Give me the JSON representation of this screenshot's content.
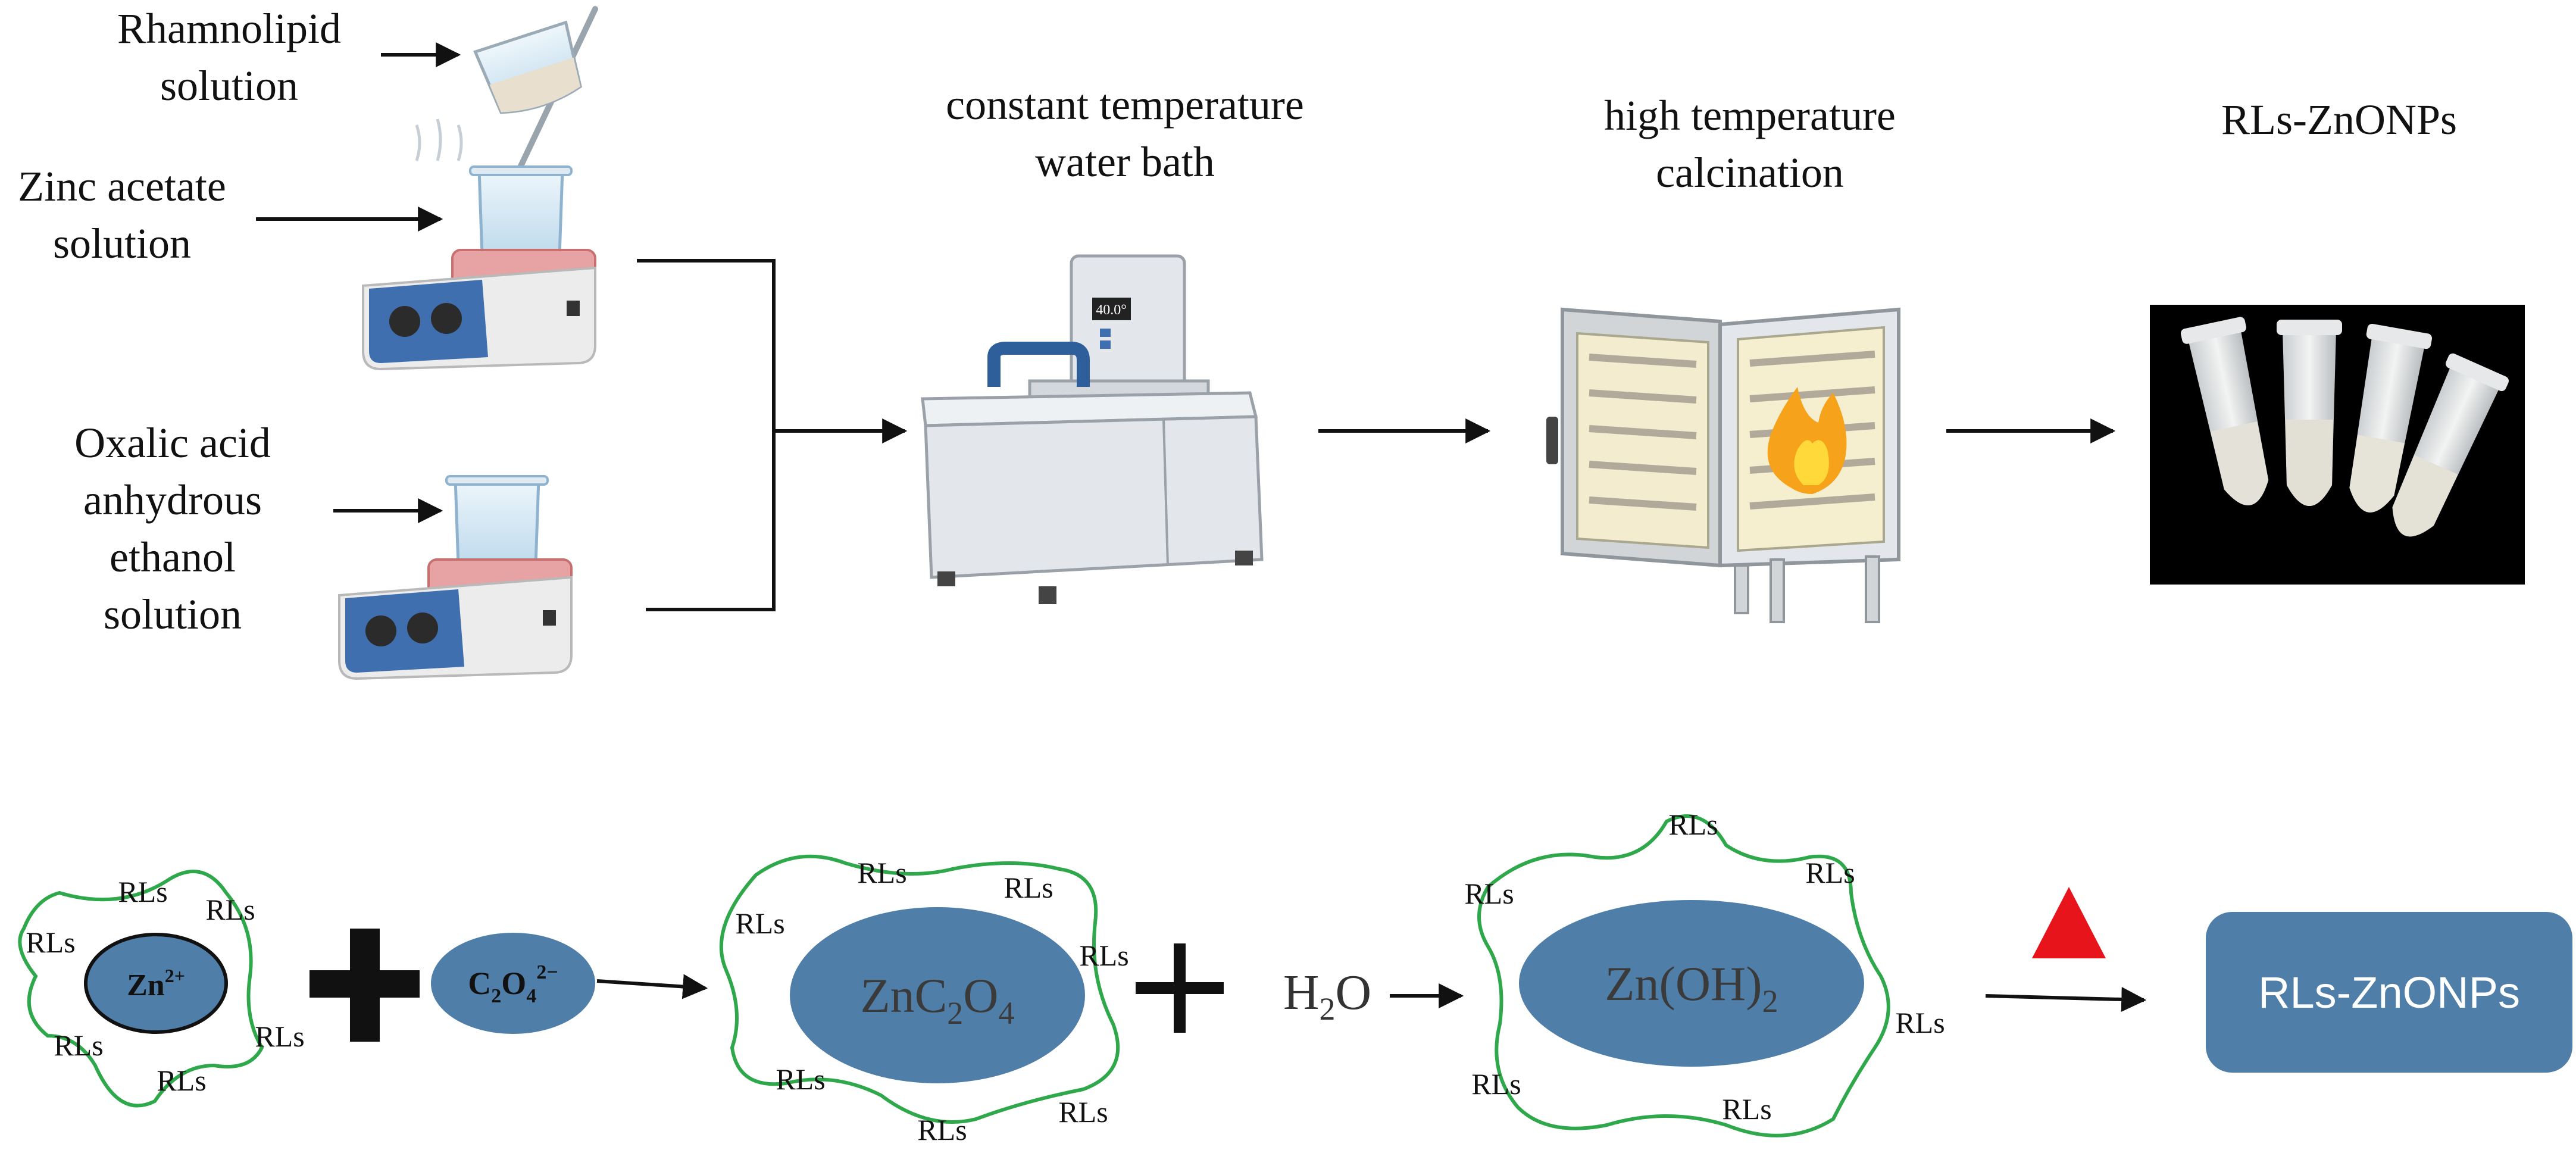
{
  "labels": {
    "rhamnolipid": [
      "Rhamnolipid",
      "solution"
    ],
    "zinc_acetate": [
      "Zinc acetate",
      "solution"
    ],
    "oxalic": [
      "Oxalic acid",
      "anhydrous",
      "ethanol",
      "solution"
    ],
    "water_bath": [
      "constant temperature",
      "water bath"
    ],
    "calcination": [
      "high temperature",
      "calcination"
    ],
    "product": [
      "RLs-ZnONPs"
    ]
  },
  "display": {
    "bath_readout": "40.0°"
  },
  "reaction": {
    "rls": "RLs",
    "zn_ion": {
      "base": "Zn",
      "sup": "2+"
    },
    "oxalate": {
      "c": "C",
      "c_sub": "2",
      "o": "O",
      "o_sub": "4",
      "sup": "2−"
    },
    "zinc_oxalate": {
      "a": "ZnC",
      "a_sub": "2",
      "b": "O",
      "b_sub": "4"
    },
    "water": {
      "a": "H",
      "a_sub": "2",
      "b": "O"
    },
    "zinc_hydroxide": {
      "a": "Zn(OH)",
      "a_sub": "2"
    },
    "product_box": "RLs-ZnONPs"
  },
  "colors": {
    "blob_fill": "#4f7ea8",
    "shell": "#2ea84a",
    "heat_symbol": "#e8141b",
    "arrow": "#111111",
    "equipment_blue": "#3f6fae",
    "hotplate_red": "#e38a8a",
    "flame": "#f6a21a",
    "photo_background": "#000000"
  },
  "icons": [
    "beaker-pour-icon",
    "hotplate-icon",
    "water-bath-icon",
    "muffle-furnace-icon",
    "flame-icon",
    "tube-photo"
  ]
}
